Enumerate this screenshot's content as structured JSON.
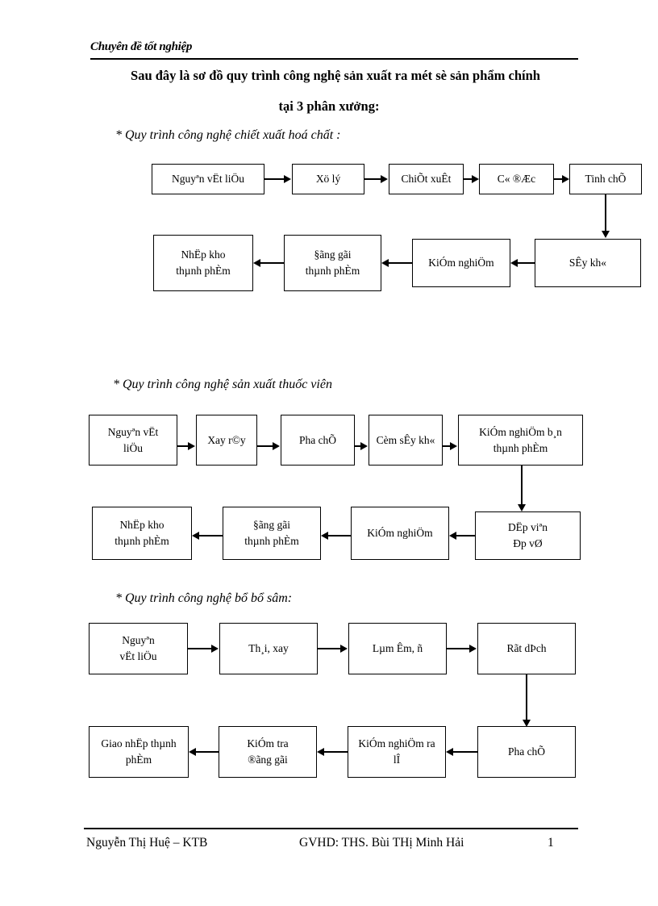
{
  "document": {
    "running_header": "Chuyên đề tốt nghiệp",
    "title_line_1": "Sau đây là sơ đồ quy trình công nghệ sản xuất ra mét sè sản phẩm chính",
    "title_line_2": "tại 3 phân xưởng:"
  },
  "sections": [
    {
      "heading": "* Quy trình công nghệ chiết xuất hoá chất :",
      "row1": [
        "Nguyªn vËt liÖu",
        "Xö lý",
        "ChiÕt xuÊt",
        "C« ®Æc",
        "Tinh chÕ"
      ],
      "row2": [
        "SÊy kh«",
        "KiÓm nghiÖm",
        {
          "l1": "§ãng gãi",
          "l2": "thµnh phÈm"
        },
        {
          "l1": "NhËp kho",
          "l2": "thµnh phÈm"
        }
      ]
    },
    {
      "heading": "* Quy trình công nghệ sản xuất thuốc viên",
      "row1": [
        {
          "l1": "Nguyªn vËt",
          "l2": "liÖu"
        },
        "Xay r©y",
        "Pha chÕ",
        "Cèm sÊy kh«",
        {
          "l1": "KiÓm nghiÖm b¸n",
          "l2": "thµnh phÈm"
        }
      ],
      "row2": [
        {
          "l1": "DËp viªn",
          "l2": "Ðp vØ"
        },
        "KiÓm nghiÖm",
        {
          "l1": "§ãng gãi",
          "l2": "thµnh phÈm"
        },
        {
          "l1": "NhËp kho",
          "l2": "thµnh phÈm"
        }
      ]
    },
    {
      "heading": "* Quy trình công nghệ bổ bổ sâm:",
      "row1": [
        {
          "l1": "Nguyªn",
          "l2": "vËt liÖu"
        },
        "Th¸i, xay",
        "Lµm Êm, ñ",
        "Rãt dÞch"
      ],
      "row2": [
        "Pha chÕ",
        {
          "l1": "KiÓm nghiÖm ra",
          "l2": "lÎ"
        },
        {
          "l1": "KiÓm tra",
          "l2": "®ãng gãi"
        },
        {
          "l1": "Giao nhËp thµnh",
          "l2": "phÈm"
        }
      ]
    }
  ],
  "footer": {
    "author": "Nguyễn Thị Huệ – KTB",
    "advisor": "GVHD: THS. Bùi THị Minh Hải",
    "page_number": "1"
  }
}
